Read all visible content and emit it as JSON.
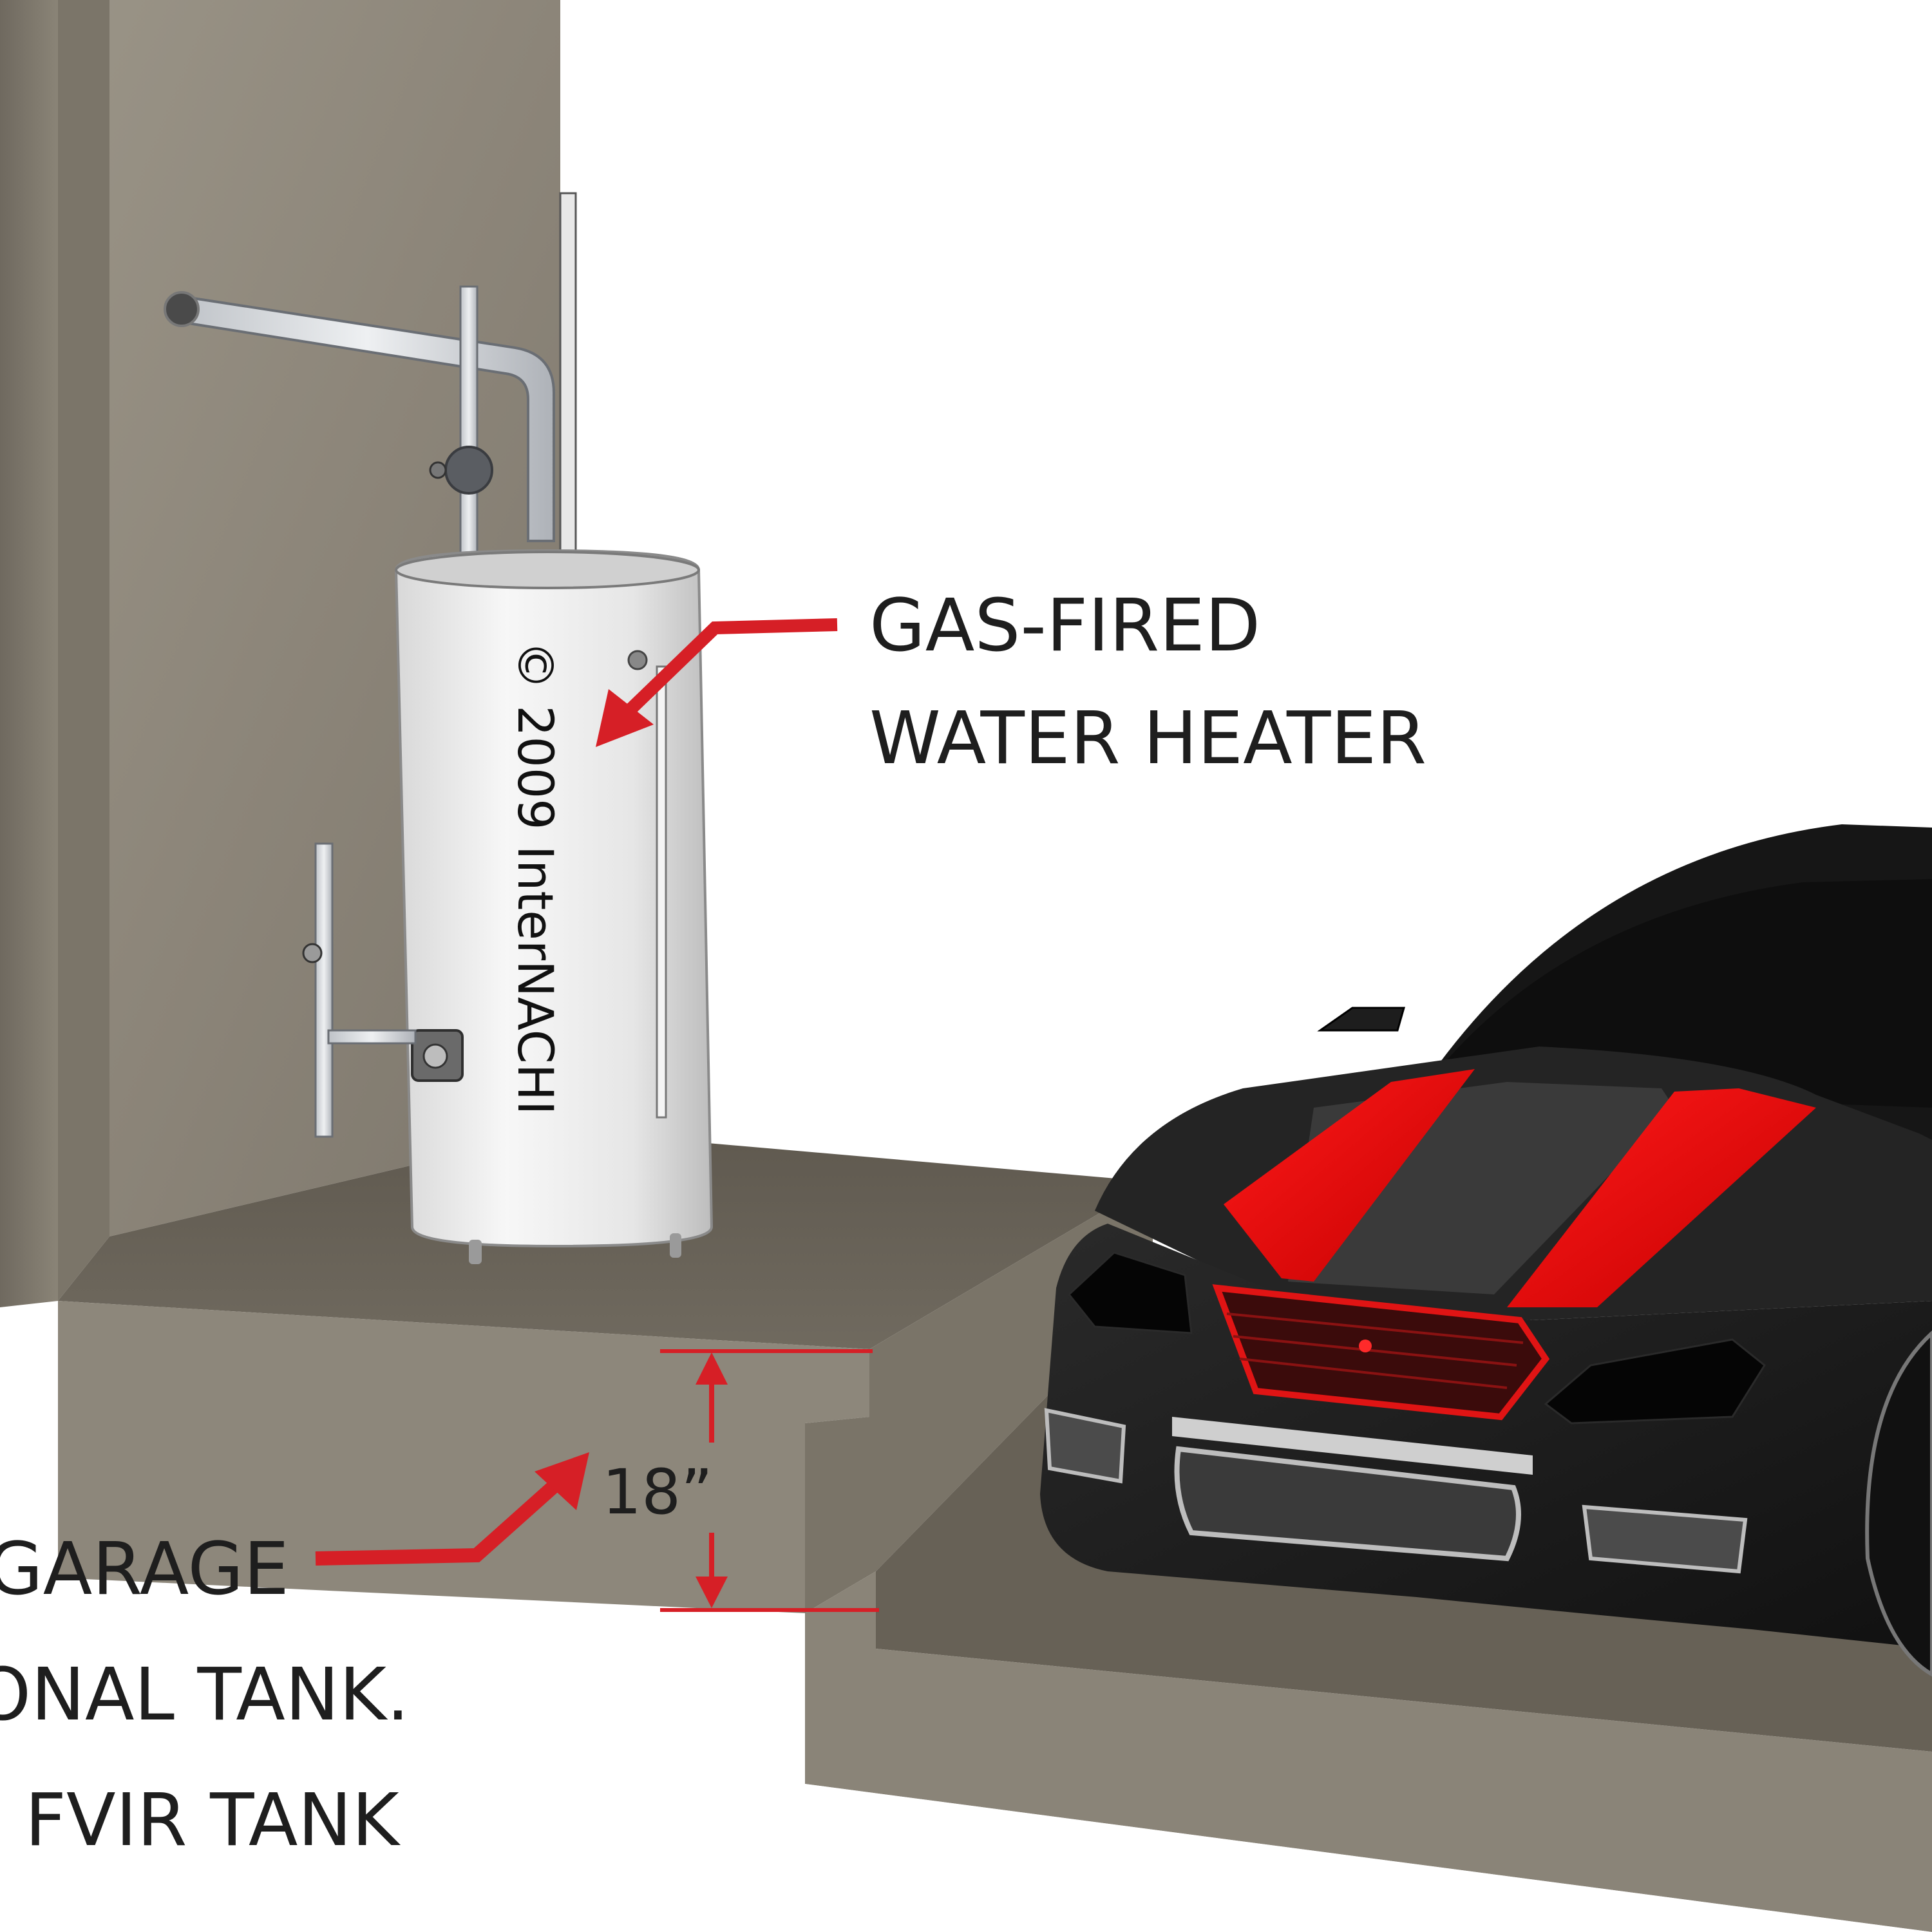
{
  "callout_heater": {
    "line1": "GAS-FIRED",
    "line2": "WATER HEATER"
  },
  "callout_garage": {
    "line1": "GARAGE",
    "line2": "ONAL TANK.",
    "line3": "I FVIR TANK"
  },
  "measurement": {
    "value": "18”"
  },
  "tank_marking": {
    "text": "© 2009  InterNACHI"
  },
  "colors": {
    "accent_red": "#d61f26",
    "concrete": "#8f887c",
    "car_body": "#1a1a1a",
    "tank": "#eeeeee"
  }
}
